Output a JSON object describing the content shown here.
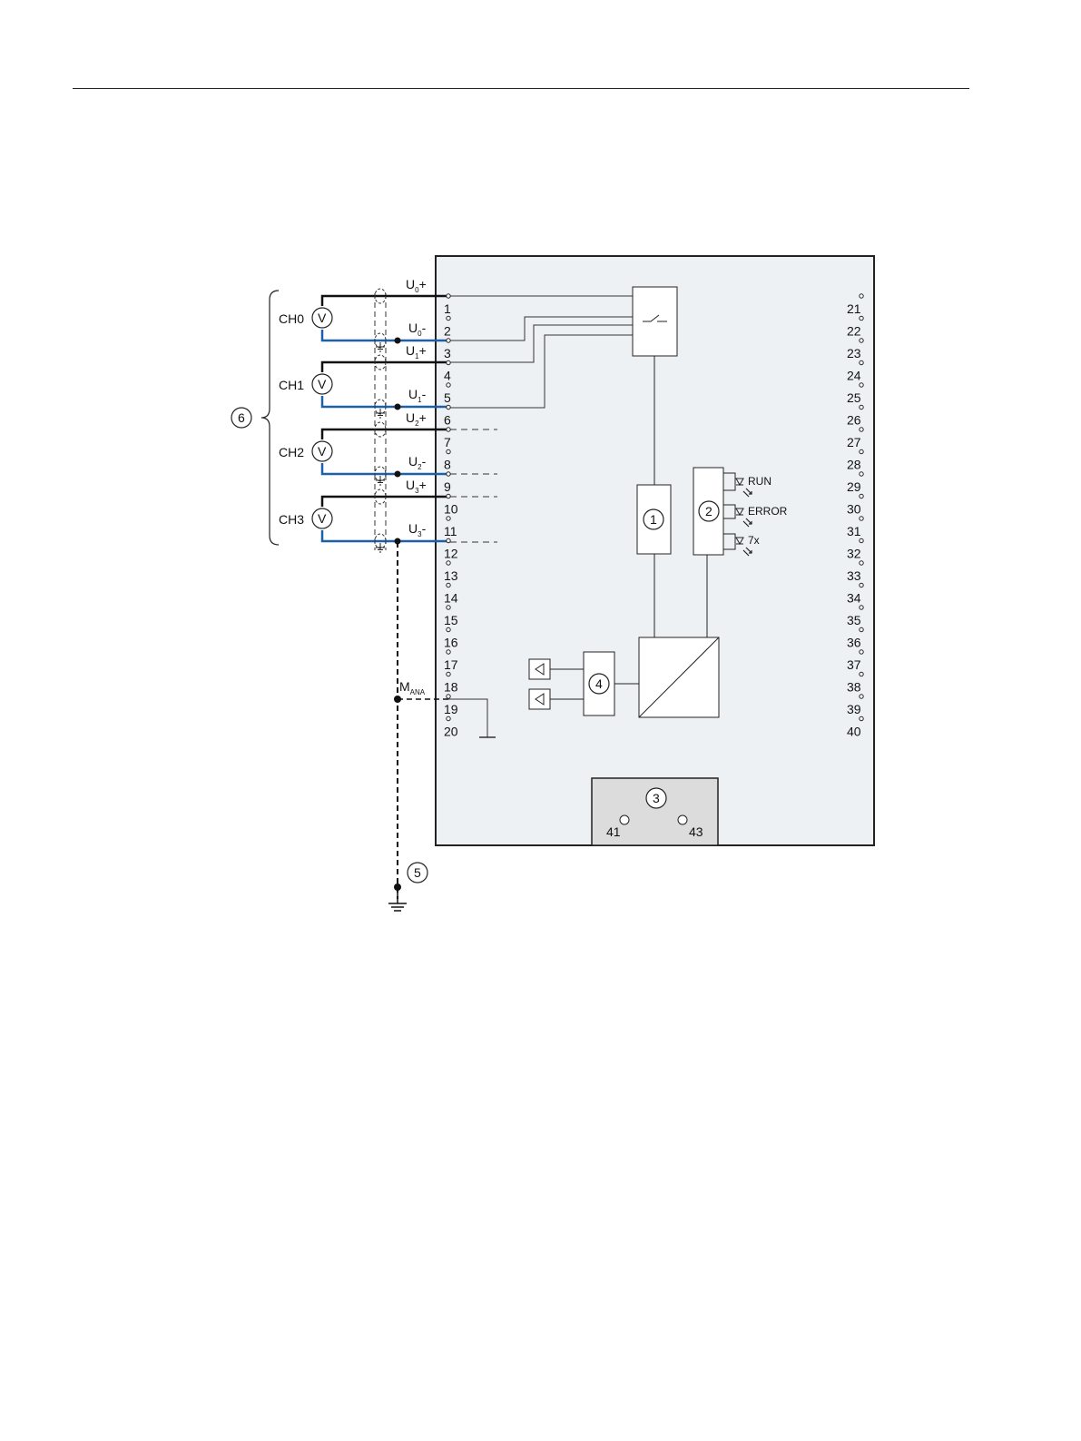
{
  "diagram": {
    "channels": [
      {
        "label": "CH0",
        "meter": "V",
        "plus_main": "U",
        "plus_sub": "0",
        "plus_sign": "+",
        "minus_main": "U",
        "minus_sub": "0",
        "minus_sign": "-"
      },
      {
        "label": "CH1",
        "meter": "V",
        "plus_main": "U",
        "plus_sub": "1",
        "plus_sign": "+",
        "minus_main": "U",
        "minus_sub": "1",
        "minus_sign": "-"
      },
      {
        "label": "CH2",
        "meter": "V",
        "plus_main": "U",
        "plus_sub": "2",
        "plus_sign": "+",
        "minus_main": "U",
        "minus_sub": "2",
        "minus_sign": "-"
      },
      {
        "label": "CH3",
        "meter": "V",
        "plus_main": "U",
        "plus_sub": "3",
        "plus_sign": "+",
        "minus_main": "U",
        "minus_sub": "3",
        "minus_sign": "-"
      }
    ],
    "pins_left": [
      "1",
      "2",
      "3",
      "4",
      "5",
      "6",
      "7",
      "8",
      "9",
      "10",
      "11",
      "12",
      "13",
      "14",
      "15",
      "16",
      "17",
      "18",
      "19",
      "20"
    ],
    "pins_right": [
      "21",
      "22",
      "23",
      "24",
      "25",
      "26",
      "27",
      "28",
      "29",
      "30",
      "31",
      "32",
      "33",
      "34",
      "35",
      "36",
      "37",
      "38",
      "39",
      "40"
    ],
    "mana": {
      "main": "M",
      "sub": "ANA"
    },
    "leds": [
      "RUN",
      "ERROR",
      "7x"
    ],
    "callouts": [
      "1",
      "2",
      "3",
      "4",
      "5",
      "6"
    ],
    "power_terminals": [
      "41",
      "43"
    ],
    "colors": {
      "wire_plus": "#111111",
      "wire_minus": "#1f5fa8",
      "module_fill": "#edf1f4",
      "block_fill": "#ffffff",
      "connector_fill": "#dcdcdc"
    }
  }
}
